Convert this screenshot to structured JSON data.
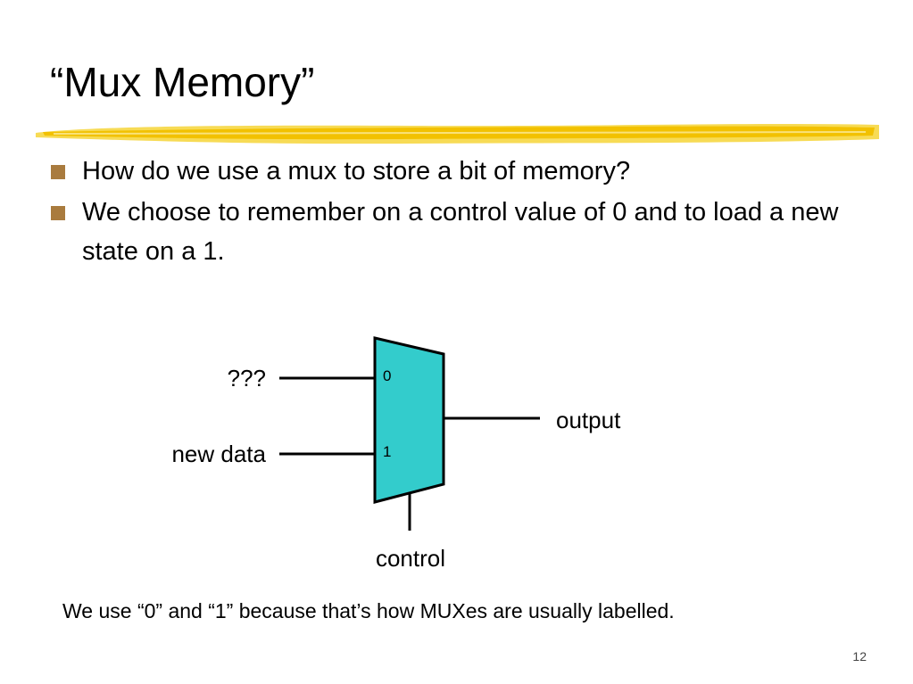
{
  "slide": {
    "title": "“Mux Memory”",
    "bullets": [
      "How do we use a mux to store a bit of memory?",
      "We choose to remember on a control value of 0 and to load a new state on a 1."
    ],
    "note": "We use “0” and “1” because that’s how MUXes are usually labelled.",
    "page_number": "12"
  },
  "diagram": {
    "input_0_label": "???",
    "input_1_label": "new data",
    "port_0_label": "0",
    "port_1_label": "1",
    "output_label": "output",
    "control_label": "control"
  },
  "colors": {
    "mux_fill": "#33CCCC",
    "title_stroke": "#F2C100",
    "bullet_marker": "#A97B3E"
  }
}
